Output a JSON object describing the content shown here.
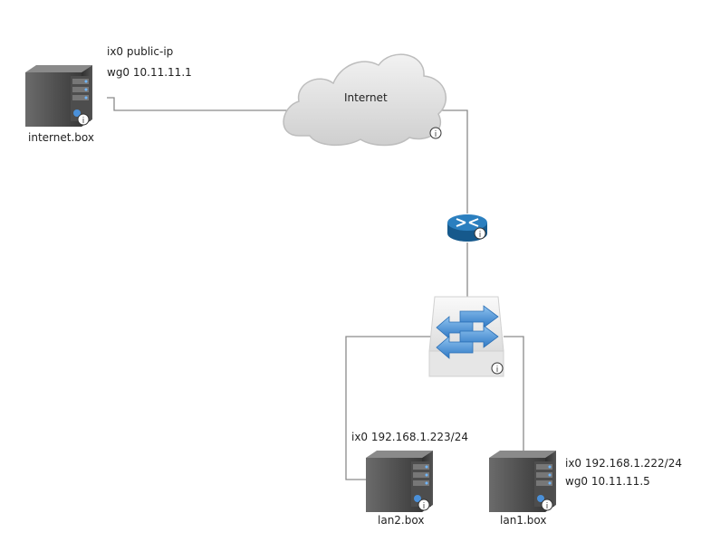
{
  "nodes": {
    "internet_box": {
      "name": "internet.box",
      "line1": "ix0 public-ip",
      "line2": "wg0 10.11.11.1"
    },
    "cloud": {
      "name": "Internet"
    },
    "lan2_box": {
      "name": "lan2.box",
      "line1": "ix0 192.168.1.223/24"
    },
    "lan1_box": {
      "name": "lan1.box",
      "line1": "ix0 192.168.1.222/24",
      "line2": "wg0 10.11.11.5"
    }
  },
  "info_glyph": "i",
  "colors": {
    "line": "#8a8a8a",
    "router": "#1f6fa8",
    "switch_arrow": "#4a90d9",
    "server": "#4a4a4a"
  }
}
